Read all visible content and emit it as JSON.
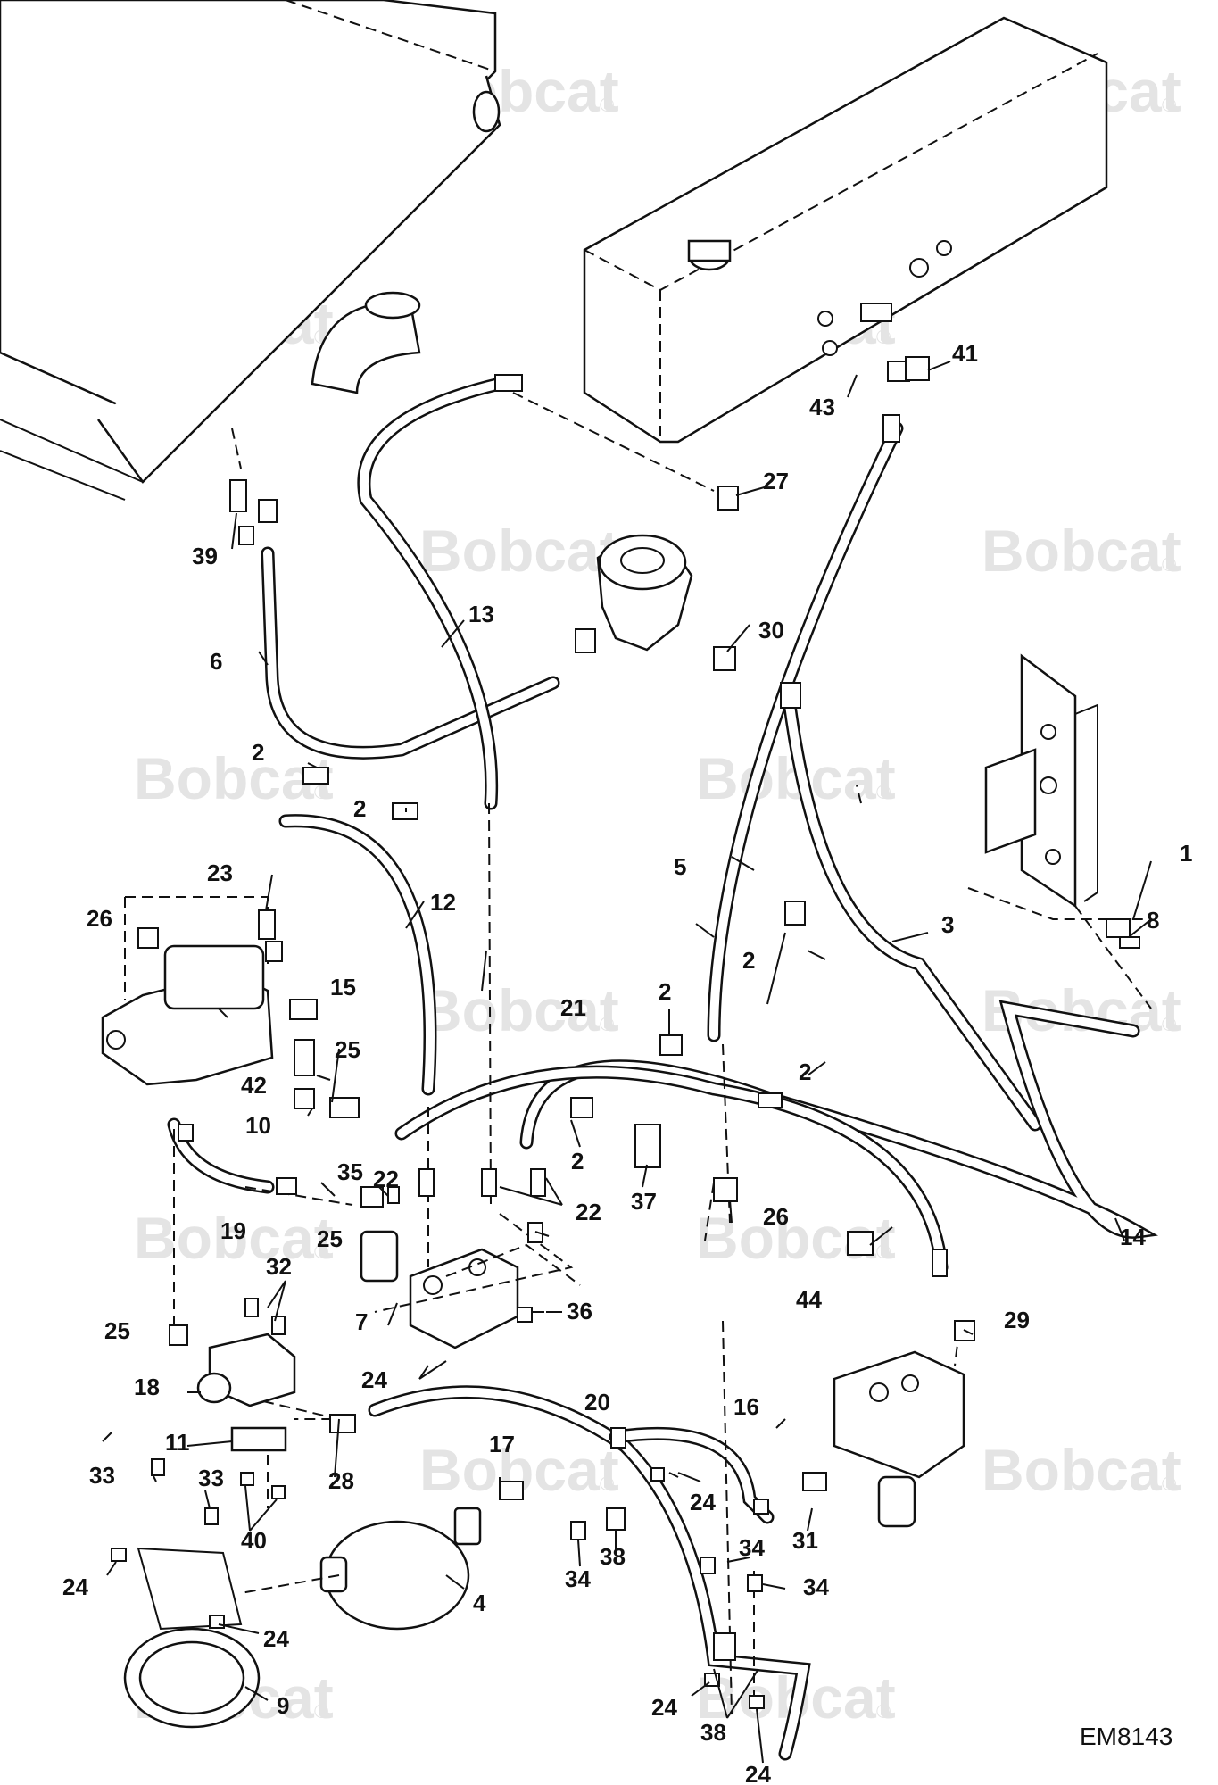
{
  "brand_watermark": "Bobcat",
  "registered_mark": "®",
  "drawing_code": "EM8143",
  "callouts": [
    "1",
    "2",
    "3",
    "4",
    "5",
    "6",
    "7",
    "8",
    "9",
    "10",
    "11",
    "12",
    "13",
    "14",
    "15",
    "16",
    "17",
    "18",
    "19",
    "20",
    "21",
    "22",
    "23",
    "24",
    "25",
    "26",
    "27",
    "28",
    "29",
    "30",
    "31",
    "32",
    "33",
    "34",
    "35",
    "36",
    "37",
    "38",
    "39",
    "40",
    "41",
    "42",
    "43",
    "44"
  ]
}
